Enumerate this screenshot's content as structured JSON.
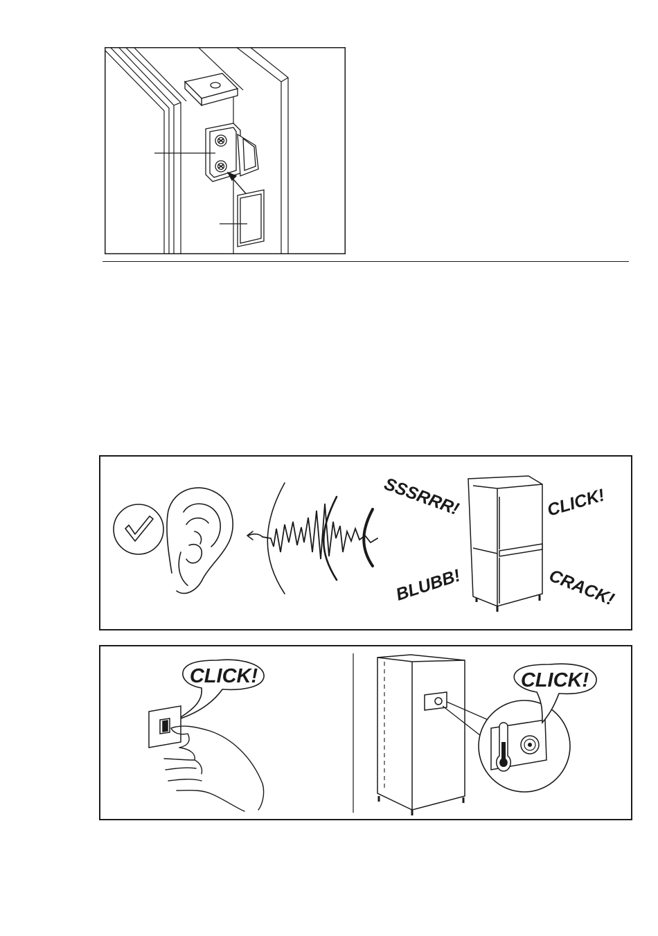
{
  "figure_noises": {
    "sounds": {
      "hiss": "SSSRRR!",
      "click": "CLICK!",
      "bubble": "BLUBB!",
      "crack": "CRACK!"
    }
  },
  "figure_clicks": {
    "switch_bubble": "CLICK!",
    "thermostat_bubble": "CLICK!"
  }
}
